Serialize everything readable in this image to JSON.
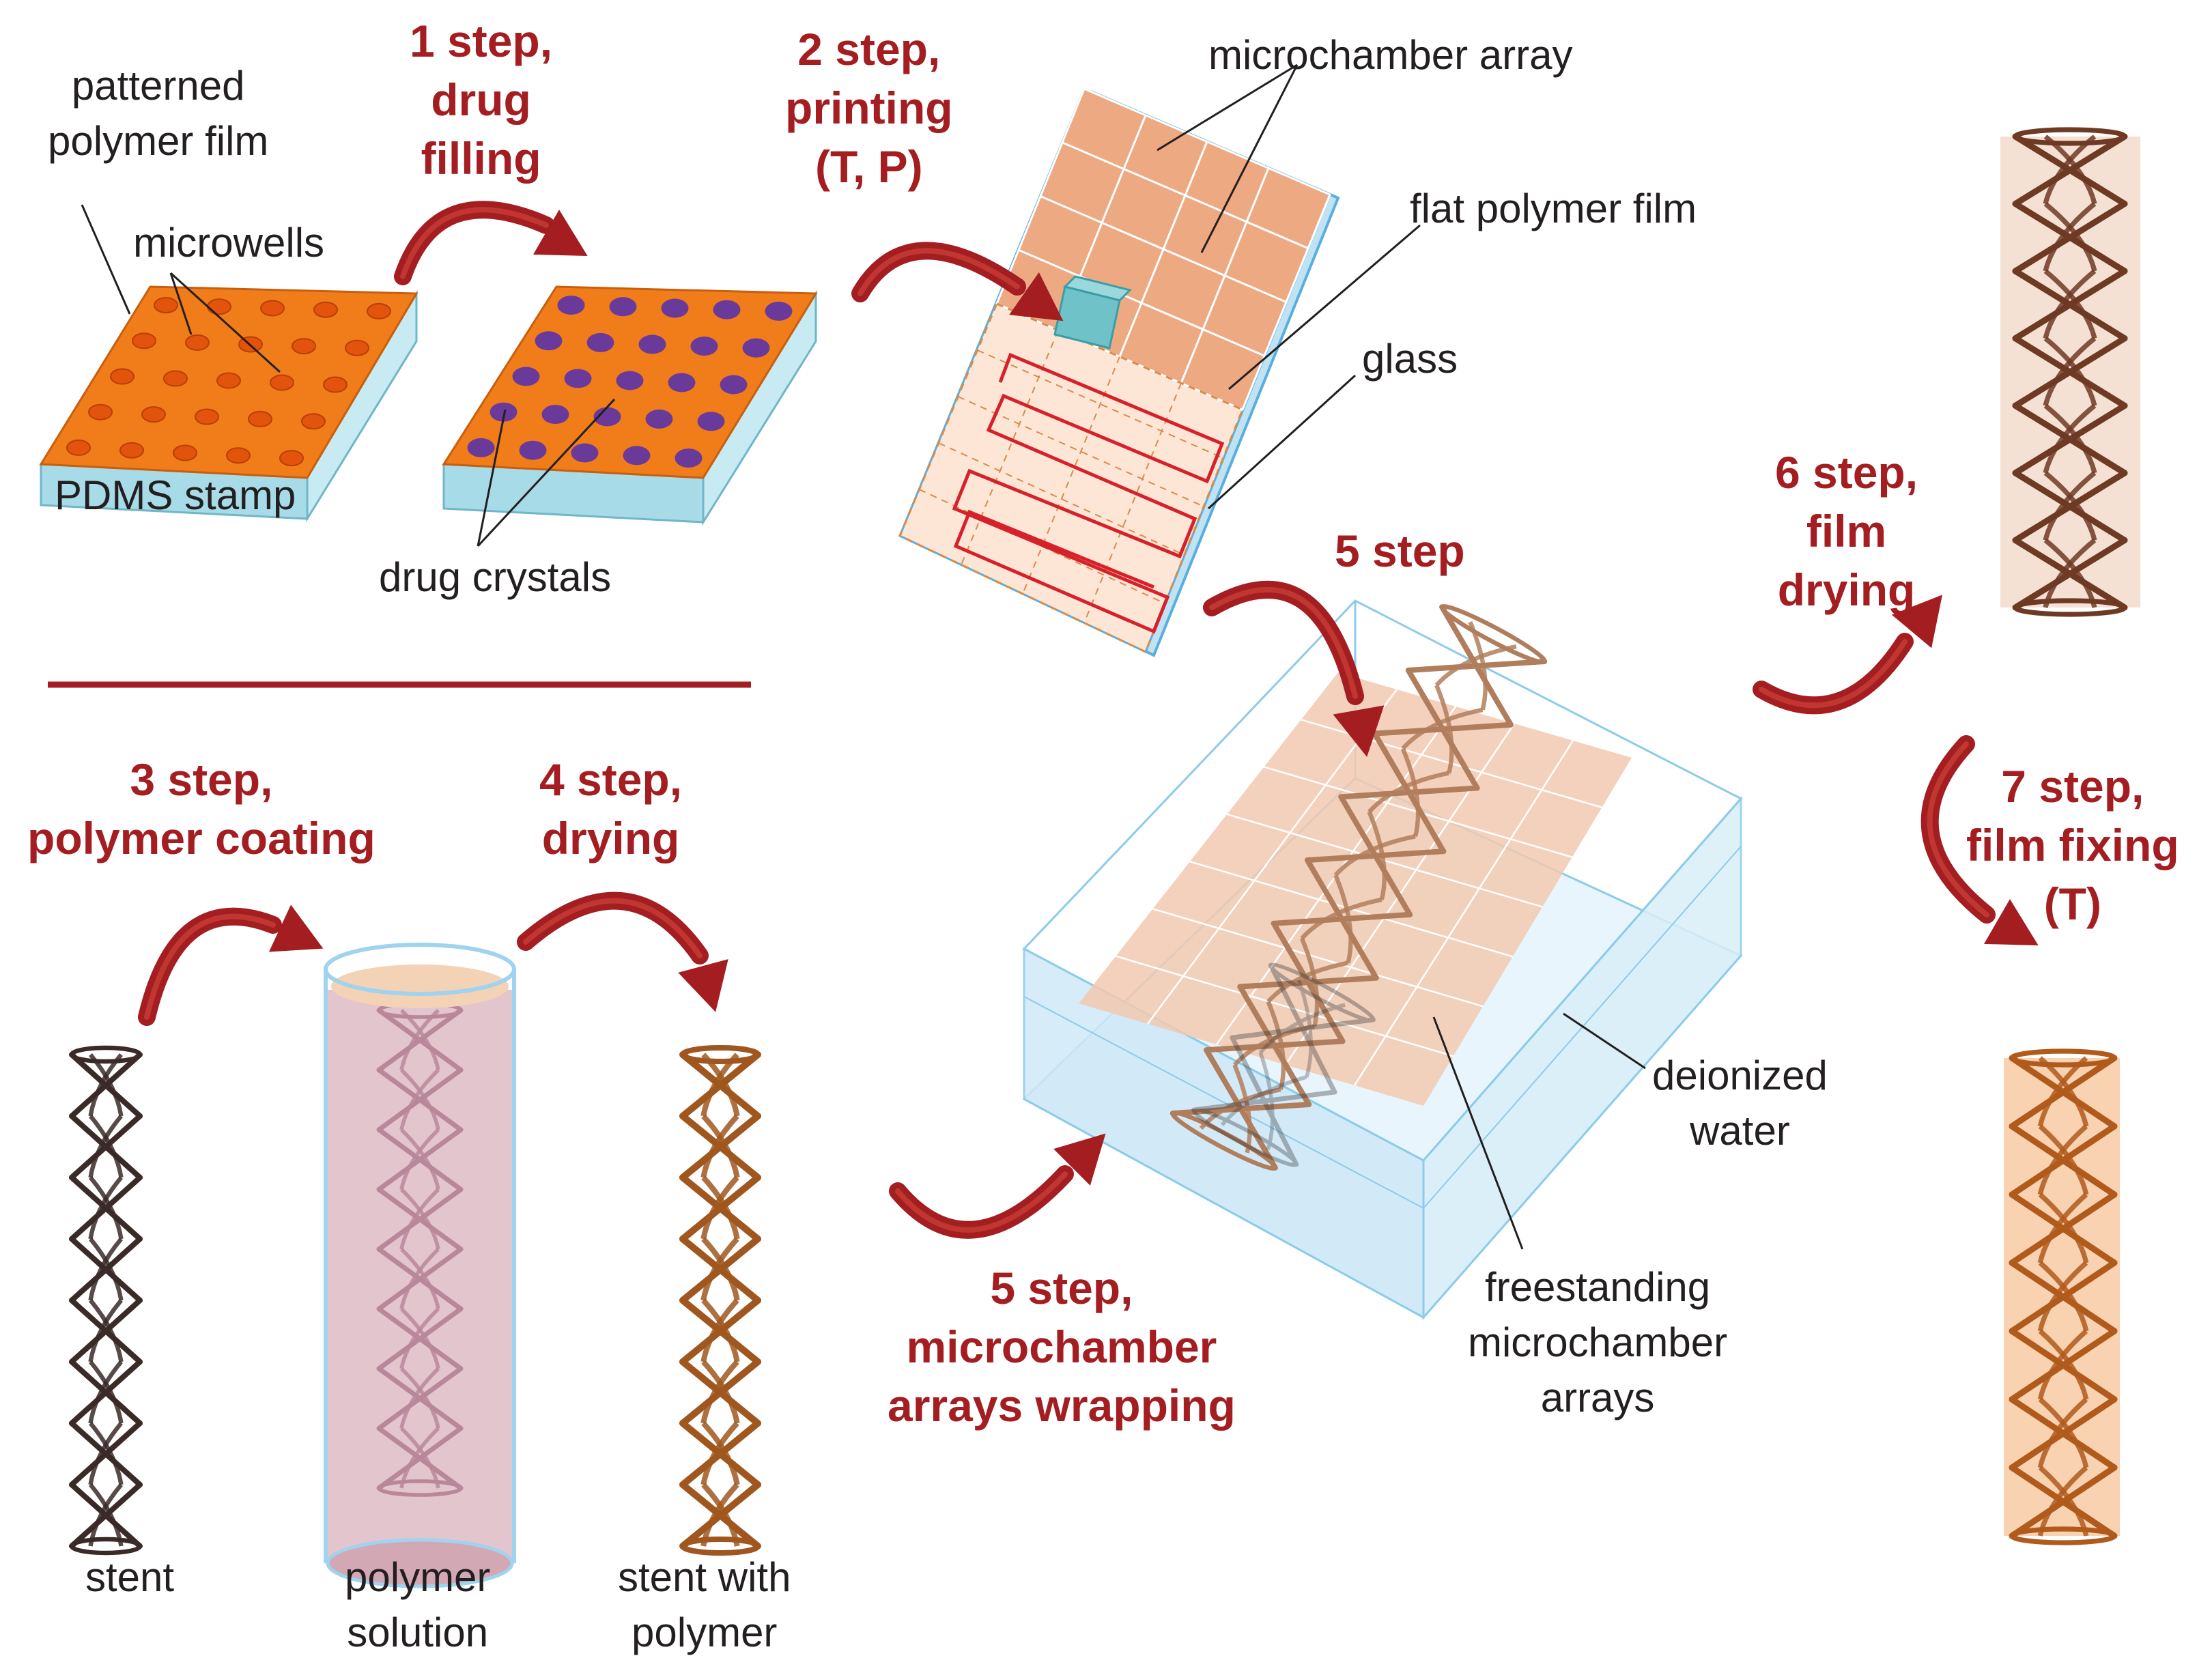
{
  "colors": {
    "step_red": "#a31d21",
    "text": "#231f20",
    "pdms": "#a8dbe8",
    "film_orange": "#f07d1a",
    "drug_purple": "#6a3a9a",
    "chamber_salmon": "#eca982",
    "water": "#cfe9f7",
    "stent_bare": "#3a2a28",
    "stent_coated": "#a0571f"
  },
  "steps": {
    "step1": [
      "1 step,",
      "drug",
      "filling"
    ],
    "step2": [
      "2 step,",
      "printing",
      "(T, P)"
    ],
    "step3": [
      "3 step,",
      "polymer coating"
    ],
    "step4": [
      "4 step,",
      "drying"
    ],
    "step5_top": [
      "5 step"
    ],
    "step5_bottom": [
      "5 step,",
      "microchamber",
      "arrays wrapping"
    ],
    "step6": [
      "6 step,",
      "film",
      "drying"
    ],
    "step7": [
      "7 step,",
      "film fixing",
      "(T)"
    ]
  },
  "labels": {
    "patterned_film": [
      "patterned",
      "polymer film"
    ],
    "microwells": "microwells",
    "pdms_stamp": "PDMS stamp",
    "drug_crystals": "drug crystals",
    "microchamber_array": "microchamber array",
    "flat_film": "flat polymer film",
    "glass": "glass",
    "deionized_water": [
      "deionized",
      "water"
    ],
    "freestanding": [
      "freestanding",
      "microchamber",
      "arrays"
    ],
    "stent": "stent",
    "polymer_solution": [
      "polymer",
      "solution"
    ],
    "stent_with_polymer": [
      "stent with",
      "polymer"
    ]
  }
}
